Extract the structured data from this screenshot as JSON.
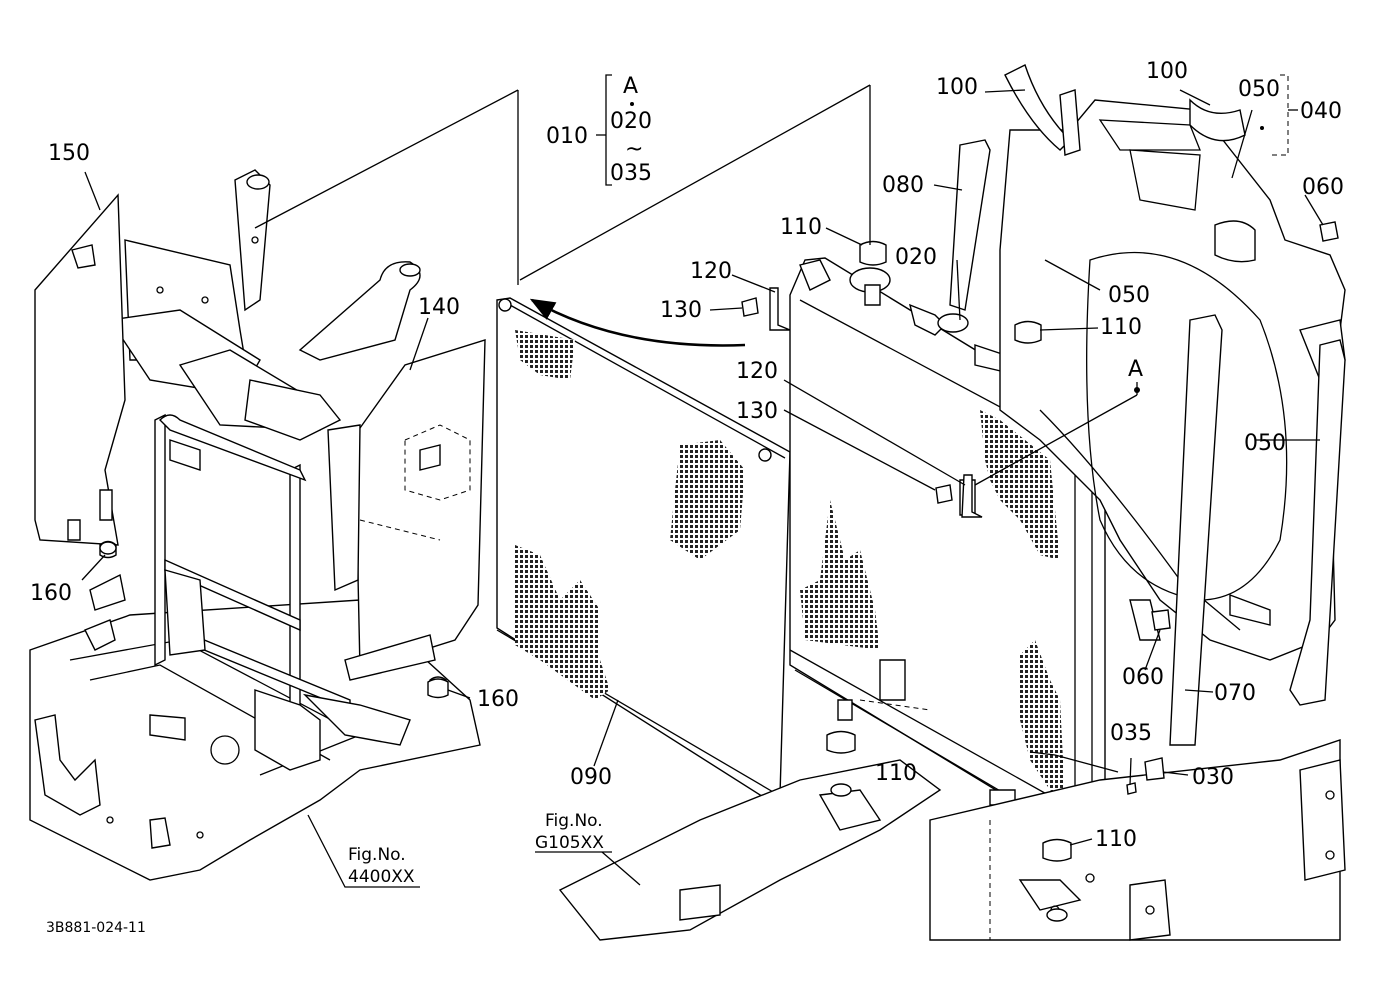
{
  "diagram_id": "3B881-024-11",
  "group": {
    "main": "010",
    "items": [
      "A",
      "020",
      "035"
    ],
    "connector": "~"
  },
  "assembly_040": {
    "label": "040",
    "member": "050"
  },
  "callouts": {
    "c150": "150",
    "c140": "140",
    "c160a": "160",
    "c160b": "160",
    "c090": "090",
    "c120a": "120",
    "c130a": "130",
    "c120b": "120",
    "c130b": "130",
    "c110a": "110",
    "c110b": "110",
    "c110c": "110",
    "c110d": "110",
    "c020": "020",
    "c080": "080",
    "c100a": "100",
    "c100b": "100",
    "c050a": "050",
    "c050b": "050",
    "c060a": "060",
    "c060b": "060",
    "c070": "070",
    "c035": "035",
    "c030": "030",
    "cA": "A"
  },
  "fig_refs": [
    {
      "title": "Fig.No.",
      "number": "4400XX"
    },
    {
      "title": "Fig.No.",
      "number": "G105XX"
    }
  ]
}
